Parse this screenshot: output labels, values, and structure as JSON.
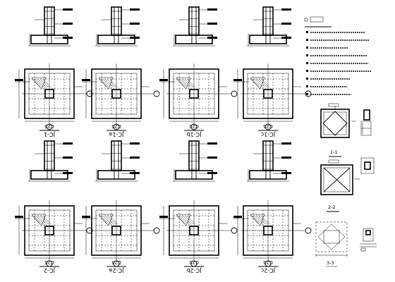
{
  "footings": [
    {
      "id": "JC-1",
      "concrete": "C25"
    },
    {
      "id": "JC-1a",
      "concrete": "C25"
    },
    {
      "id": "JC-1b",
      "concrete": "C25"
    },
    {
      "id": "JC-1c",
      "concrete": "C25"
    },
    {
      "id": "JC-2",
      "concrete": "C25"
    },
    {
      "id": "JC-2a",
      "concrete": "C25"
    },
    {
      "id": "JC-2b",
      "concrete": "C25"
    },
    {
      "id": "JC-2c",
      "concrete": "C25"
    }
  ],
  "sections": {
    "s1": "1-1",
    "s2": "2-2",
    "s3": "3-3"
  },
  "notes": {
    "items": [
      1,
      2,
      3,
      4,
      5,
      6,
      7,
      8,
      9
    ]
  }
}
